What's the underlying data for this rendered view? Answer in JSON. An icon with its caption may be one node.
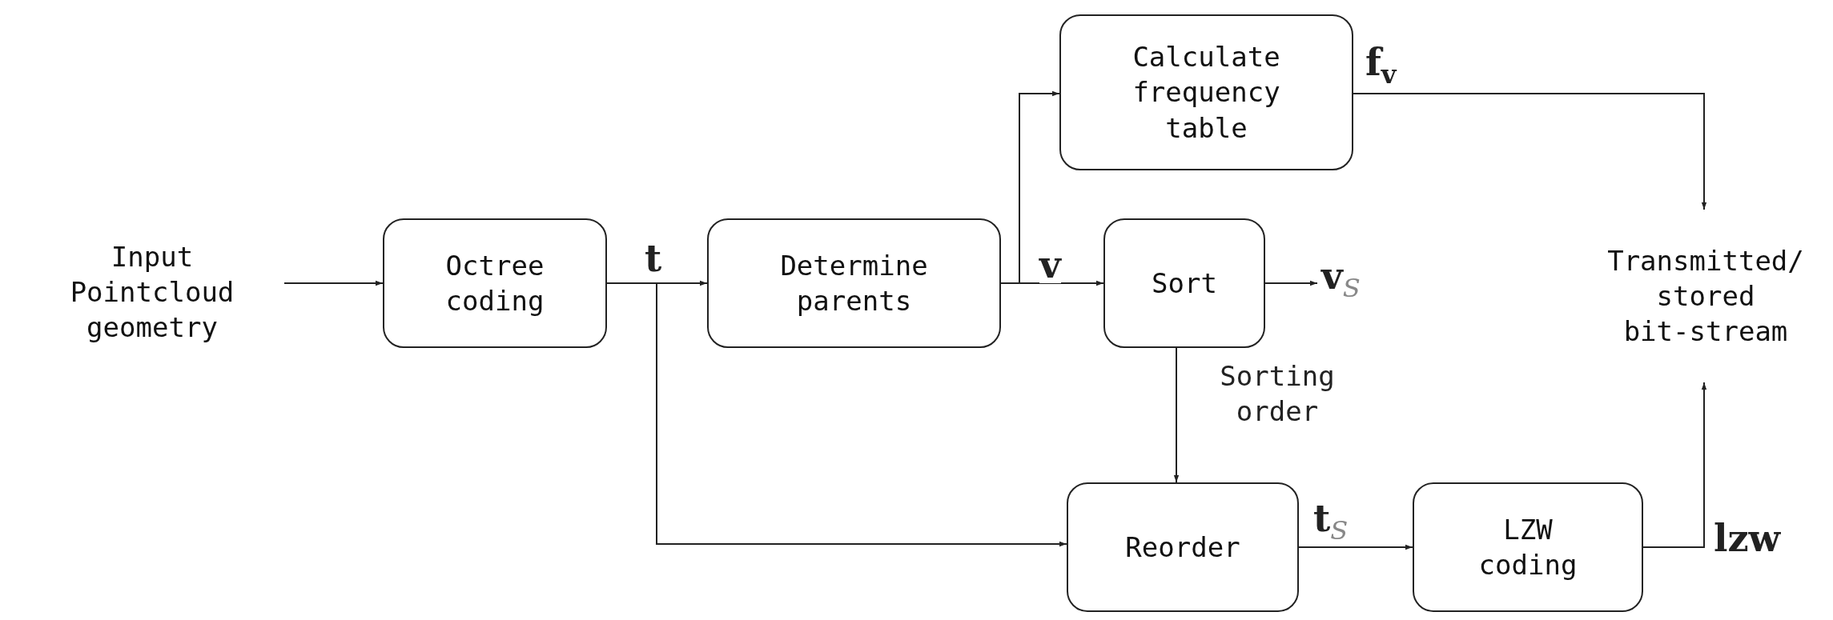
{
  "diagram": {
    "nodes": [
      {
        "text": [
          "Input Pointcloud geometry"
        ]
      },
      {
        "text": [
          "Octree coding"
        ]
      },
      {
        "text": [
          "Determine parents"
        ]
      },
      {
        "text": [
          "Calculate frequency table"
        ]
      },
      {
        "text": [
          "Sort"
        ]
      },
      {
        "text": [
          "Reorder"
        ]
      },
      {
        "text": [
          "LZW coding"
        ]
      },
      {
        "text": [
          "Transmitted/ stored bit-stream"
        ]
      }
    ],
    "edges": [
      {
        "from": 0,
        "to": 1,
        "arrow": "to"
      },
      {
        "from": 1,
        "to": 2,
        "arrow": "to",
        "label": "t"
      },
      {
        "from": 1,
        "to": 5,
        "arrow": "to"
      },
      {
        "from": 2,
        "to": 3,
        "arrow": "to"
      },
      {
        "from": 2,
        "to": 4,
        "arrow": "to",
        "label": "v"
      },
      {
        "from": 4,
        "to": null,
        "arrow": "to",
        "label": "v$_{S}$"
      },
      {
        "from": 4,
        "to": 5,
        "arrow": "to",
        "label": "Sorting order"
      },
      {
        "from": 3,
        "to": 7,
        "arrow": "to",
        "label": "f$_{v}$"
      },
      {
        "from": 5,
        "to": 6,
        "arrow": "to",
        "label": "t$_{S}$"
      },
      {
        "from": 6,
        "to": 7,
        "arrow": "to",
        "label": "lzw"
      }
    ]
  }
}
